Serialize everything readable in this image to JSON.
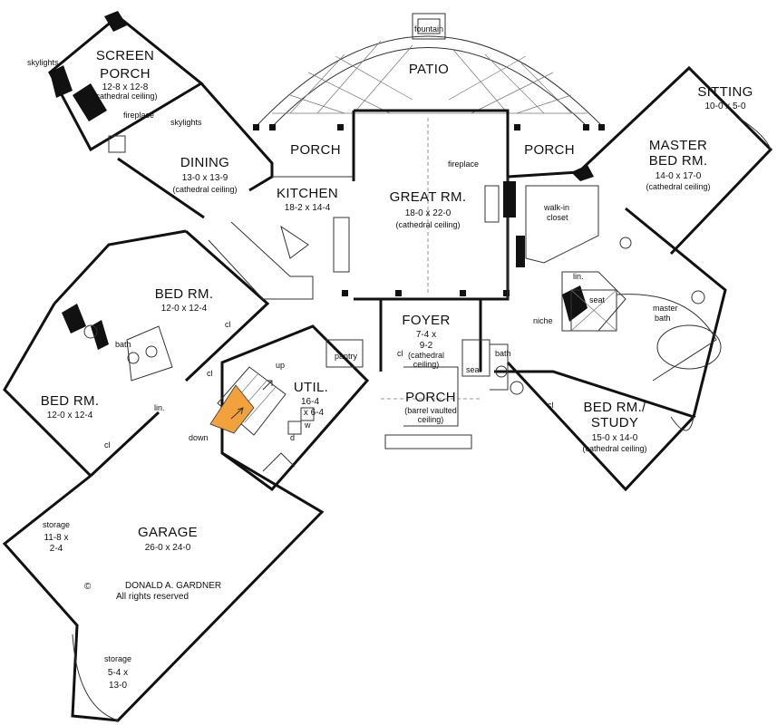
{
  "rooms": {
    "screen_porch": {
      "name_line1": "SCREEN",
      "name_line2": "PORCH",
      "dims": "12-8 x 12-8",
      "note": "(cathedral ceiling)"
    },
    "dining": {
      "name": "DINING",
      "dims": "13-0 x 13-9",
      "note": "(cathedral ceiling)"
    },
    "kitchen": {
      "name": "KITCHEN",
      "dims": "18-2 x 14-4"
    },
    "great_room": {
      "name": "GREAT RM.",
      "dims": "18-0 x 22-0",
      "note": "(cathedral ceiling)"
    },
    "porch_left": {
      "name": "PORCH"
    },
    "porch_right": {
      "name": "PORCH"
    },
    "patio": {
      "name": "PATIO"
    },
    "sitting": {
      "name": "SITTING",
      "dims": "10-0 x 5-0"
    },
    "master_bed": {
      "name_line1": "MASTER",
      "name_line2": "BED RM.",
      "dims": "14-0 x 17-0",
      "note": "(cathedral ceiling)"
    },
    "bed_rm_1": {
      "name": "BED RM.",
      "dims": "12-0 x 12-4"
    },
    "bed_rm_2": {
      "name": "BED RM.",
      "dims": "12-0 x 12-4"
    },
    "foyer": {
      "name": "FOYER",
      "dims_line1": "7-4 x",
      "dims_line2": "9-2",
      "note_line1": "(cathedral",
      "note_line2": "ceiling)"
    },
    "front_porch": {
      "name": "PORCH",
      "note_line1": "(barrel vaulted",
      "note_line2": "ceiling)"
    },
    "utility": {
      "name": "UTIL.",
      "dims_line1": "16-4",
      "dims_line2": "x 6-4"
    },
    "bed_study": {
      "name_line1": "BED RM./",
      "name_line2": "STUDY",
      "dims": "15-0 x 14-0",
      "note": "(cathedral ceiling)"
    },
    "garage": {
      "name": "GARAGE",
      "dims": "26-0 x 24-0"
    },
    "storage_1": {
      "name": "storage",
      "dims_line1": "11-8 x",
      "dims_line2": "2-4"
    },
    "storage_2": {
      "name": "storage",
      "dims_line1": "5-4 x",
      "dims_line2": "13-0"
    }
  },
  "labels": {
    "fountain": "fountain",
    "skylights_1": "skylights",
    "skylights_2": "skylights",
    "fireplace_porch": "fireplace",
    "fireplace_great": "fireplace",
    "walk_in_closet_1": "walk-in",
    "walk_in_closet_2": "closet",
    "lin_master": "lin.",
    "seat_master": "seat",
    "niche": "niche",
    "master_bath_1": "master",
    "master_bath_2": "bath",
    "bath_left": "bath",
    "bath_right": "bath",
    "seat_foyer": "seat",
    "pantry": "pantry",
    "up": "up",
    "down": "down",
    "washer": "w",
    "dryer": "d",
    "cl_foyer": "cl",
    "cl_bed1": "cl",
    "cl_hall": "cl",
    "cl_bed2": "cl",
    "cl_study": "cl",
    "lin_hall": "lin."
  },
  "copyright": {
    "symbol": "©",
    "owner": "DONALD A. GARDNER",
    "rights": "All rights reserved"
  },
  "colors": {
    "stair_highlight": "#f2a13c",
    "wall": "#111111",
    "background": "#ffffff"
  }
}
